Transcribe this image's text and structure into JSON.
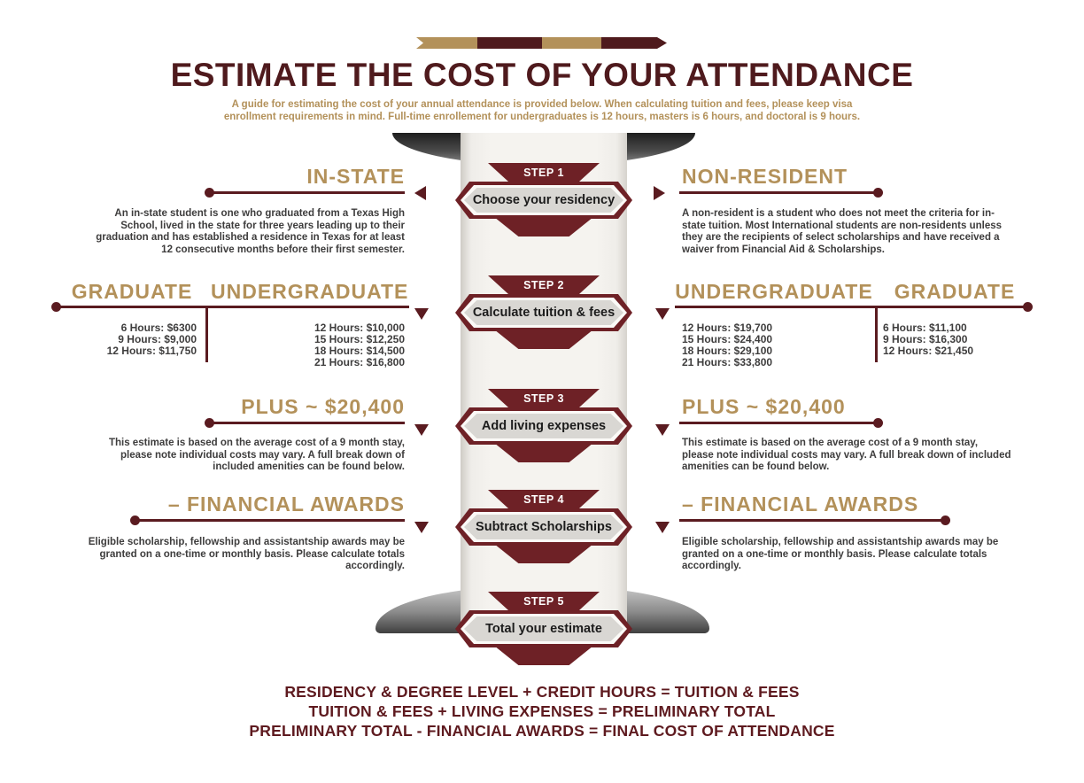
{
  "header": {
    "title": "ESTIMATE THE COST OF YOUR ATTENDANCE",
    "subtitle": "A guide for estimating the cost of your annual attendance is provided below. When calculating tuition and fees, please keep visa enrollment requirements  in mind. Full-time enrollement for undergraduates is 12 hours, masters is 6 hours, and doctoral is 9 hours."
  },
  "colors": {
    "maroon_title": "#4f1a1d",
    "maroon_rule": "#5a1b20",
    "maroon_step": "#6e2126",
    "gold": "#b3915a",
    "body_text": "#3e3d3d",
    "scroll_fill": "#f5f3ef"
  },
  "steps": [
    {
      "step": "STEP 1",
      "label": "Choose your residency"
    },
    {
      "step": "STEP 2",
      "label": "Calculate tuition & fees"
    },
    {
      "step": "STEP 3",
      "label": "Add living expenses"
    },
    {
      "step": "STEP 4",
      "label": "Subtract Scholarships"
    },
    {
      "step": "STEP 5",
      "label": "Total your estimate"
    }
  ],
  "left": {
    "residency": {
      "heading": "IN-STATE",
      "description": "An in-state student is one who graduated from a Texas High School, lived in the state for three years leading up to their graduation and has established a residence in Texas for at least 12 consecutive months before their first semester."
    },
    "tuition": {
      "col1_heading": "GRADUATE",
      "col2_heading": "UNDERGRADUATE",
      "col1_rates": [
        "6 Hours: $6300",
        "9 Hours: $9,000",
        "12 Hours: $11,750"
      ],
      "col2_rates": [
        "12 Hours:  $10,000",
        "15 Hours:  $12,250",
        "18 Hours:  $14,500",
        "21 Hours:  $16,800"
      ]
    },
    "living": {
      "heading": "PLUS  ~ $20,400",
      "description": "This estimate is based on the average cost of a 9 month stay, please note individual costs may vary. A full break down of included amenities can be found below."
    },
    "awards": {
      "heading": "– FINANCIAL AWARDS",
      "description": "Eligible scholarship, fellowship and assistantship awards may be granted on a one-time or monthly basis. Please calculate totals accordingly."
    }
  },
  "right": {
    "residency": {
      "heading": "NON-RESIDENT",
      "description": "A non-resident is a student who does not meet the criteria for in-state tuition. Most International students are non-residents unless they are the recipients of select scholarships and have received a waiver from Financial Aid & Scholarships."
    },
    "tuition": {
      "col1_heading": "UNDERGRADUATE",
      "col2_heading": "GRADUATE",
      "col1_rates": [
        "12 Hours: $19,700",
        "15 Hours: $24,400",
        "18 Hours: $29,100",
        "21 Hours: $33,800"
      ],
      "col2_rates": [
        "6 Hours: $11,100",
        "9 Hours: $16,300",
        "12 Hours: $21,450"
      ]
    },
    "living": {
      "heading": "PLUS  ~ $20,400",
      "description": "This estimate is based on the average cost of a 9 month stay, please note individual costs may vary. A full break down of included amenities can be found below."
    },
    "awards": {
      "heading": "– FINANCIAL AWARDS",
      "description": "Eligible scholarship, fellowship and assistantship awards may be granted on a one-time or monthly basis. Please calculate totals accordingly."
    }
  },
  "formulas": [
    "RESIDENCY  &  DEGREE LEVEL + CREDIT HOURS  =  TUITION & FEES",
    "TUITION & FEES + LIVING EXPENSES = PRELIMINARY TOTAL",
    "PRELIMINARY TOTAL - FINANCIAL AWARDS = FINAL COST OF ATTENDANCE"
  ]
}
